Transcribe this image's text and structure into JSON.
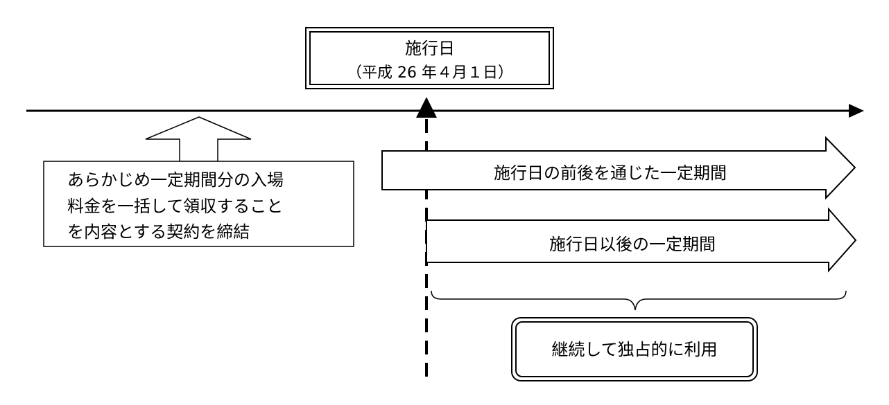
{
  "enforcement_box": {
    "title": "施行日",
    "date": "（平成 26 年４月１日）"
  },
  "contract_box": {
    "lines": [
      "あらかじめ一定期間分の入場",
      "料金を一括して領収すること",
      "を内容とする契約を締結"
    ]
  },
  "period_arrows": {
    "around_enforcement": "施行日の前後を通じた一定期間",
    "after_enforcement": "施行日以後の一定期間"
  },
  "usage_box": {
    "label": "継続して独占的に利用"
  },
  "colors": {
    "line": "#000000",
    "background": "#ffffff"
  }
}
